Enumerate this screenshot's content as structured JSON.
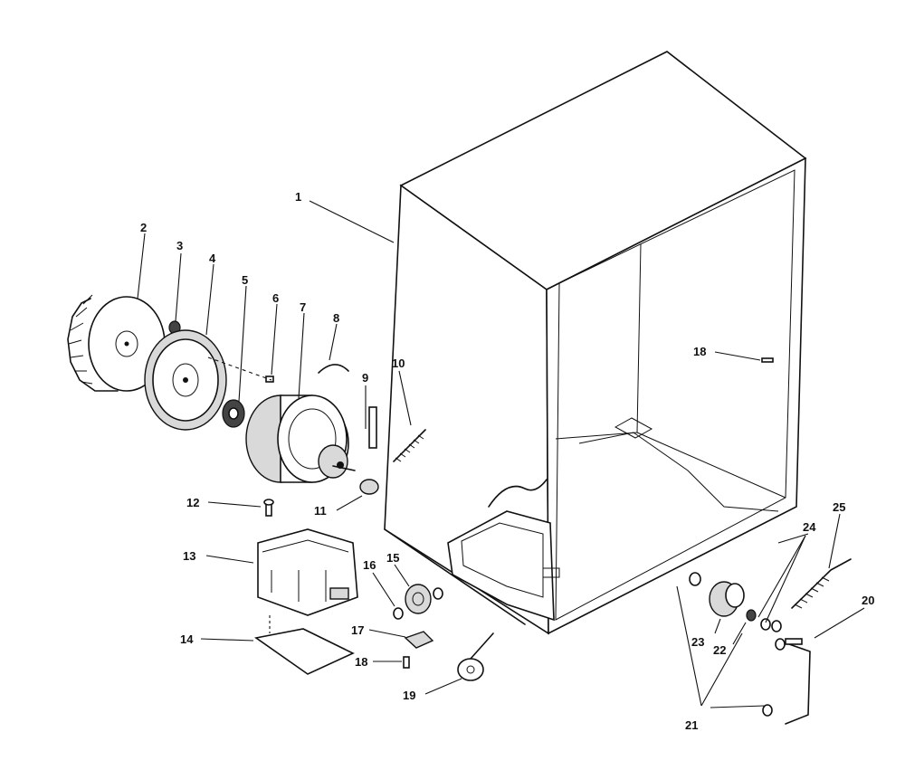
{
  "callouts": [
    {
      "id": "1",
      "text": "1"
    },
    {
      "id": "2",
      "text": "2"
    },
    {
      "id": "3",
      "text": "3"
    },
    {
      "id": "4",
      "text": "4"
    },
    {
      "id": "5",
      "text": "5"
    },
    {
      "id": "6",
      "text": "6"
    },
    {
      "id": "7",
      "text": "7"
    },
    {
      "id": "8",
      "text": "8"
    },
    {
      "id": "9",
      "text": "9"
    },
    {
      "id": "10",
      "text": "10"
    },
    {
      "id": "11",
      "text": "11"
    },
    {
      "id": "12",
      "text": "12"
    },
    {
      "id": "13",
      "text": "13"
    },
    {
      "id": "14",
      "text": "14"
    },
    {
      "id": "15",
      "text": "15"
    },
    {
      "id": "16",
      "text": "16"
    },
    {
      "id": "17",
      "text": "17"
    },
    {
      "id": "18a",
      "text": "18"
    },
    {
      "id": "18b",
      "text": "18"
    },
    {
      "id": "19",
      "text": "19"
    },
    {
      "id": "20",
      "text": "20"
    },
    {
      "id": "21",
      "text": "21"
    },
    {
      "id": "22",
      "text": "22"
    },
    {
      "id": "23",
      "text": "23"
    },
    {
      "id": "24",
      "text": "24"
    },
    {
      "id": "25",
      "text": "25"
    }
  ]
}
